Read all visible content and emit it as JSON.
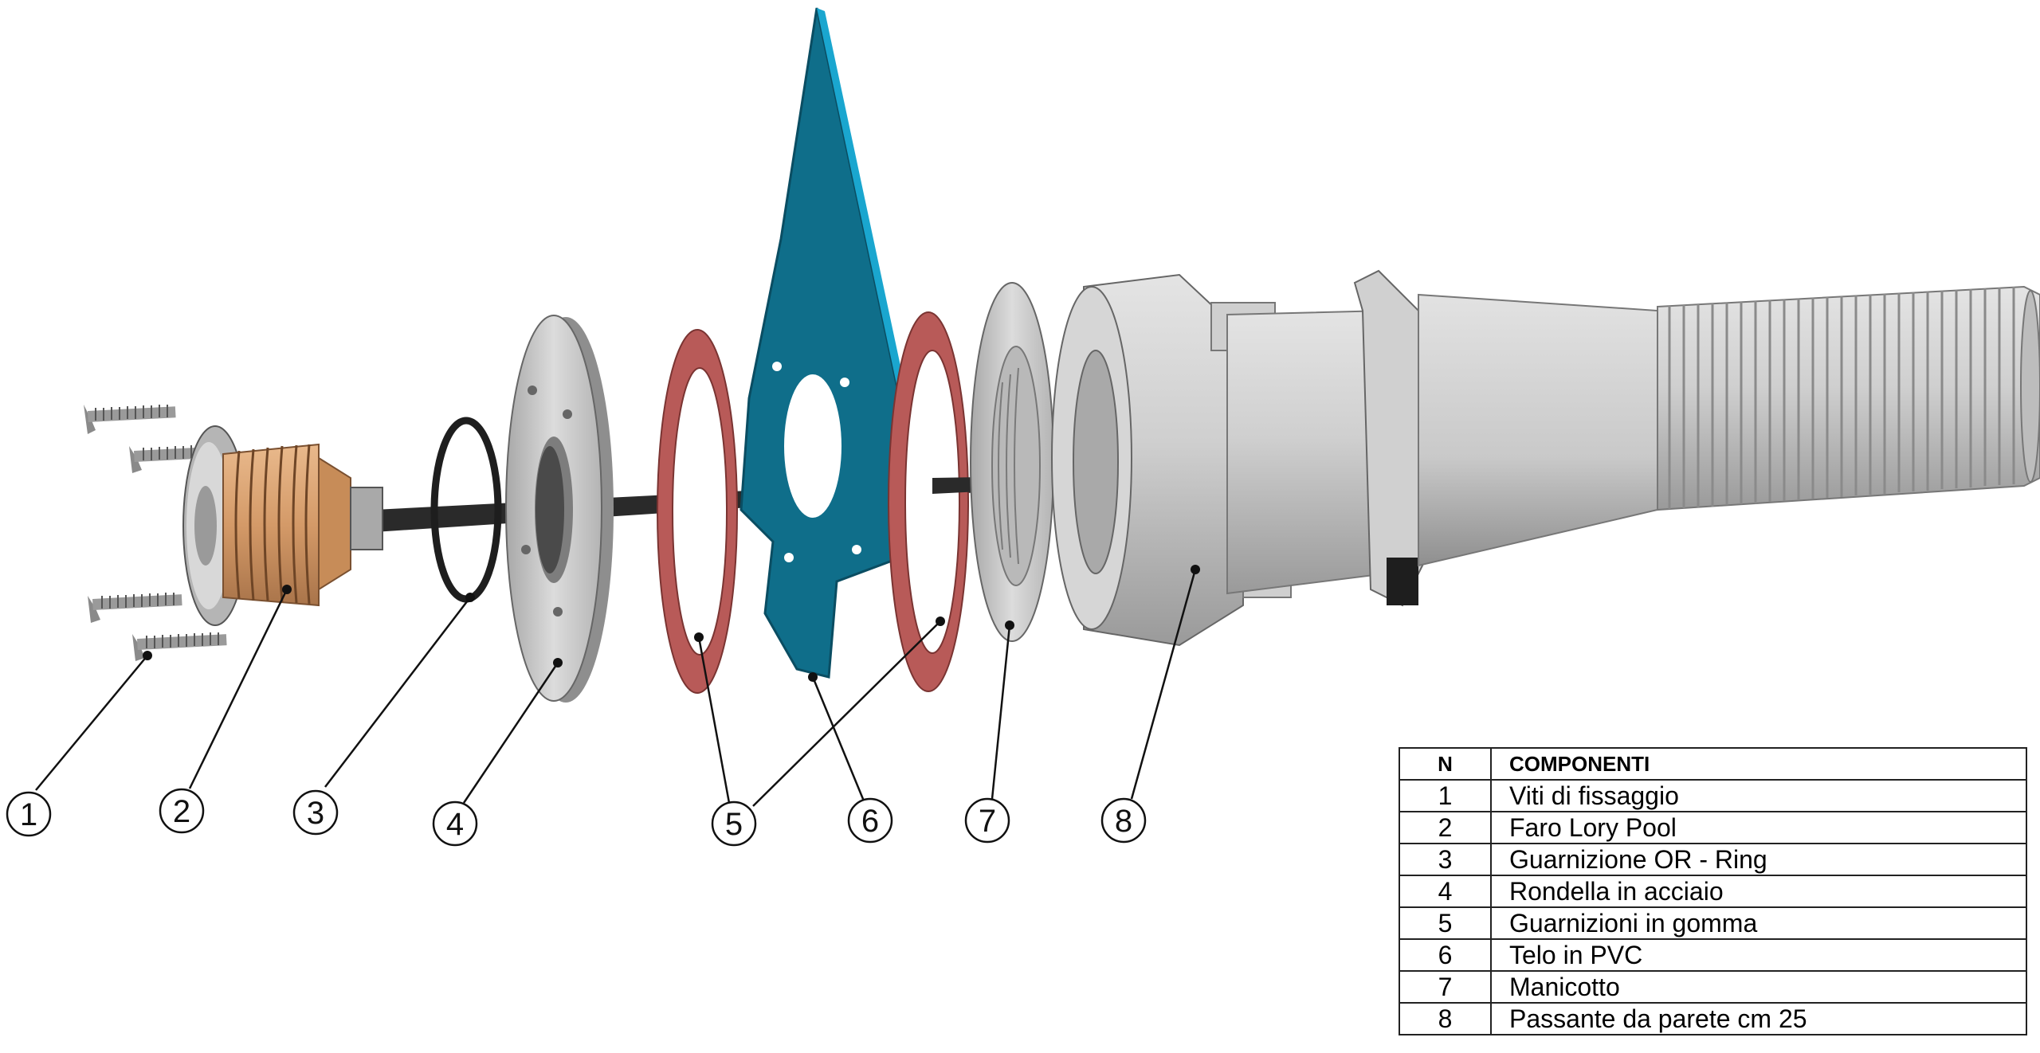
{
  "callouts": [
    "1",
    "2",
    "3",
    "4",
    "5",
    "6",
    "7",
    "8"
  ],
  "table": {
    "header_n": "N",
    "header_components": "COMPONENTI",
    "rows": [
      {
        "n": "1",
        "name": "Viti di fissaggio"
      },
      {
        "n": "2",
        "name": "Faro Lory Pool"
      },
      {
        "n": "3",
        "name": "Guarnizione OR - Ring"
      },
      {
        "n": "4",
        "name": "Rondella in acciaio"
      },
      {
        "n": "5",
        "name": "Guarnizioni in gomma"
      },
      {
        "n": "6",
        "name": "Telo in PVC"
      },
      {
        "n": "7",
        "name": "Manicotto"
      },
      {
        "n": "8",
        "name": "Passante da parete cm 25"
      }
    ]
  },
  "colors": {
    "pvc_liner": "#0f6e8a",
    "rubber_gasket": "#b85a58",
    "bronze_light": "#d9a070",
    "steel_gray": "#c4c4c4",
    "rod": "#2a2a2a"
  },
  "icons": [
    "screw-icon",
    "lamp-icon",
    "o-ring-icon",
    "washer-icon",
    "gasket-icon",
    "liner-icon",
    "sleeve-icon",
    "wall-passthrough-icon"
  ]
}
